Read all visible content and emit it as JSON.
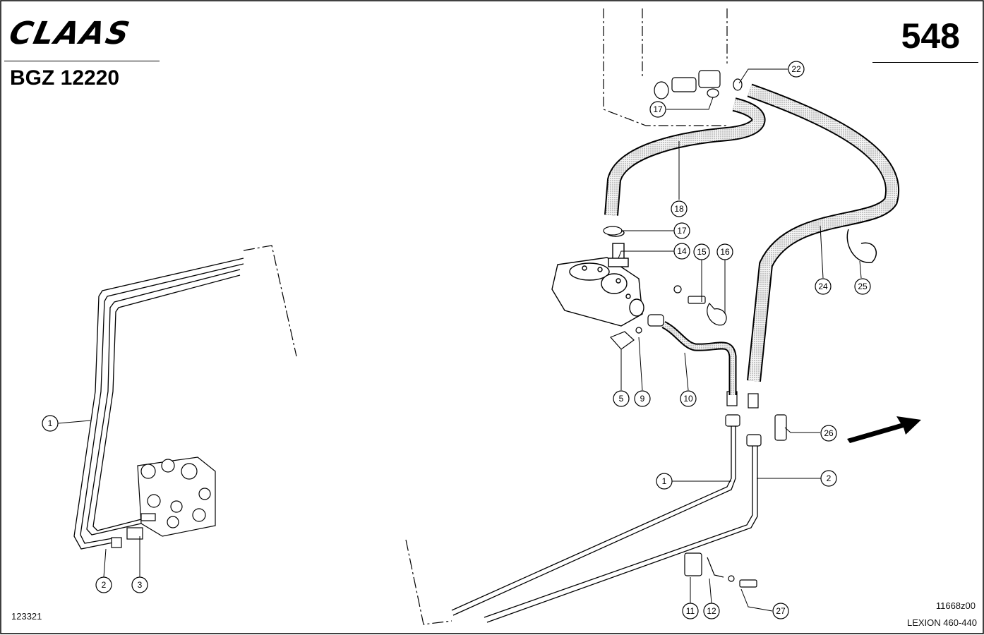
{
  "header": {
    "brand": "CLAAS",
    "doc_code": "BGZ 12220",
    "page_number": "548"
  },
  "footer": {
    "left_ref": "123321",
    "right_ref": "11668z00",
    "model": "LEXION 460-440"
  },
  "callouts": {
    "c1a": "1",
    "c1b": "1",
    "c2a": "2",
    "c2b": "2",
    "c3": "3",
    "c5": "5",
    "c9": "9",
    "c10": "10",
    "c11": "11",
    "c12": "12",
    "c14": "14",
    "c15": "15",
    "c16": "16",
    "c17a": "17",
    "c17b": "17",
    "c18": "18",
    "c22": "22",
    "c24": "24",
    "c25": "25",
    "c26": "26",
    "c27": "27"
  }
}
